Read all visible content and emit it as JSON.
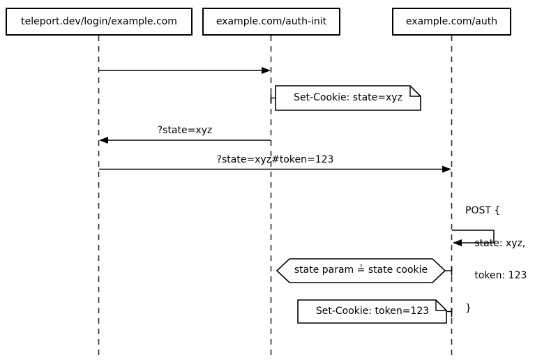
{
  "participants": [
    {
      "label": "teleport.dev/login/example.com"
    },
    {
      "label": "example.com/auth-init"
    },
    {
      "label": "example.com/auth"
    }
  ],
  "messages": {
    "login_redirect": {
      "label": ""
    },
    "state_redirect": {
      "label": "?state=xyz"
    },
    "token_redirect": {
      "label": "?state=xyz#token=123"
    },
    "post_self": {
      "lines": [
        "POST {",
        "   state: xyz,",
        "   token: 123",
        "}"
      ]
    }
  },
  "notes": {
    "state_cookie": {
      "label": "Set-Cookie: state=xyz"
    },
    "token_cookie": {
      "label": "Set-Cookie: token=123"
    }
  },
  "condition": {
    "label": "state param ≟ state cookie"
  },
  "colors": {
    "stroke": "#000000",
    "lifeline": "#2b2b2b",
    "background": "#ffffff"
  }
}
